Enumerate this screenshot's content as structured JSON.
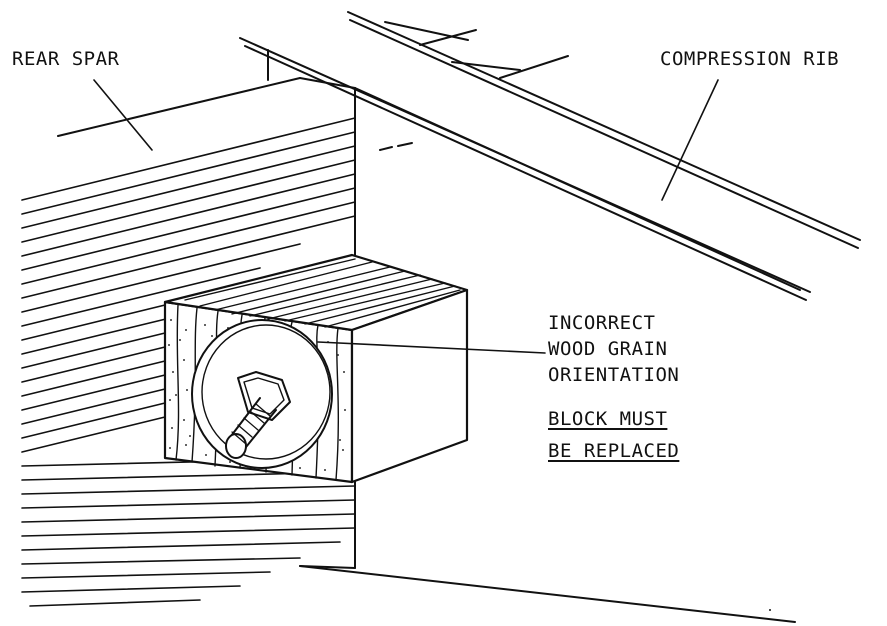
{
  "labels": {
    "rear_spar": "REAR SPAR",
    "compression_rib": "COMPRESSION RIB",
    "incorrect_line1": "INCORRECT",
    "incorrect_line2": "WOOD GRAIN",
    "incorrect_line3": "ORIENTATION",
    "block_line1": "BLOCK MUST",
    "block_line2": "BE REPLACED"
  },
  "colors": {
    "ink": "#111111",
    "paper": "#ffffff",
    "stipple": "#333333"
  }
}
